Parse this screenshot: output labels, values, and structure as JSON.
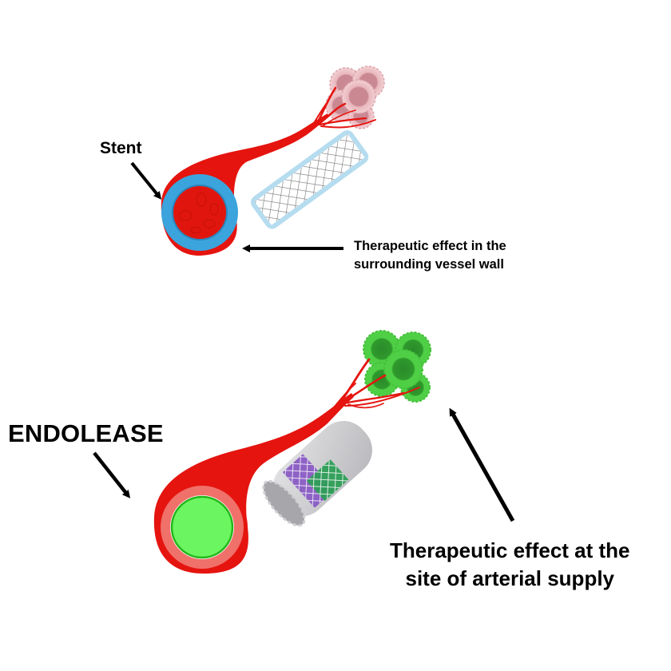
{
  "top_panel": {
    "stent_label": "Stent",
    "effect_label_line1": "Therapeutic effect in the",
    "effect_label_line2": "surrounding vessel wall",
    "colors": {
      "vessel": "#e5140f",
      "stent_ring": "#3ba4dc",
      "lumen": "#e0160e",
      "tumor": "#e8b6bc",
      "tumor_nucleus": "#c98892",
      "stent_glow": "#b5dcef"
    }
  },
  "bottom_panel": {
    "device_label": "ENDOLEASE",
    "effect_label_line1": "Therapeutic effect at the",
    "effect_label_line2": "site of arterial supply",
    "colors": {
      "vessel": "#e5140f",
      "outer_ring": "#f0706a",
      "lumen": "#6bf561",
      "lumen_border": "#22b61a",
      "tumor": "#4fcf45",
      "tumor_nucleus": "#2f9a2c",
      "device_body": "#c8c8ca",
      "device_purple": "#8a5cc4",
      "device_green": "#2e9e57"
    }
  }
}
